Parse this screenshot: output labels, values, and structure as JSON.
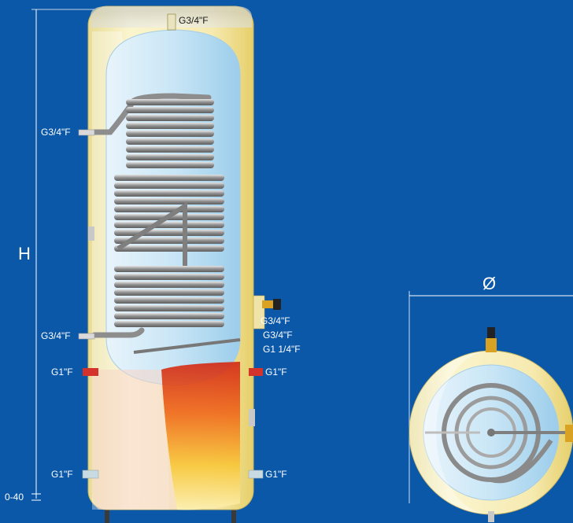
{
  "dimensions": {
    "height_label": "H",
    "diameter_label": "Ø",
    "foot_label": "0-40"
  },
  "connections": {
    "top_outlet": "G3/4\"F",
    "left_upper": "G3/4\"F",
    "left_lower": "G3/4\"F",
    "left_hot": "G1\"F",
    "left_bottom": "G1\"F",
    "right_side_1": "G3/4\"F",
    "right_side_2": "G3/4\"F",
    "right_side_3": "G1 1/4\"F",
    "right_hot": "G1\"F",
    "right_bottom": "G1\"F"
  },
  "colors": {
    "background": "#0b58a8",
    "shell": "#f3ecb4",
    "water": "#cfe8f5",
    "coil": "#9a9a9a",
    "red_pipe": "#d3332a"
  }
}
